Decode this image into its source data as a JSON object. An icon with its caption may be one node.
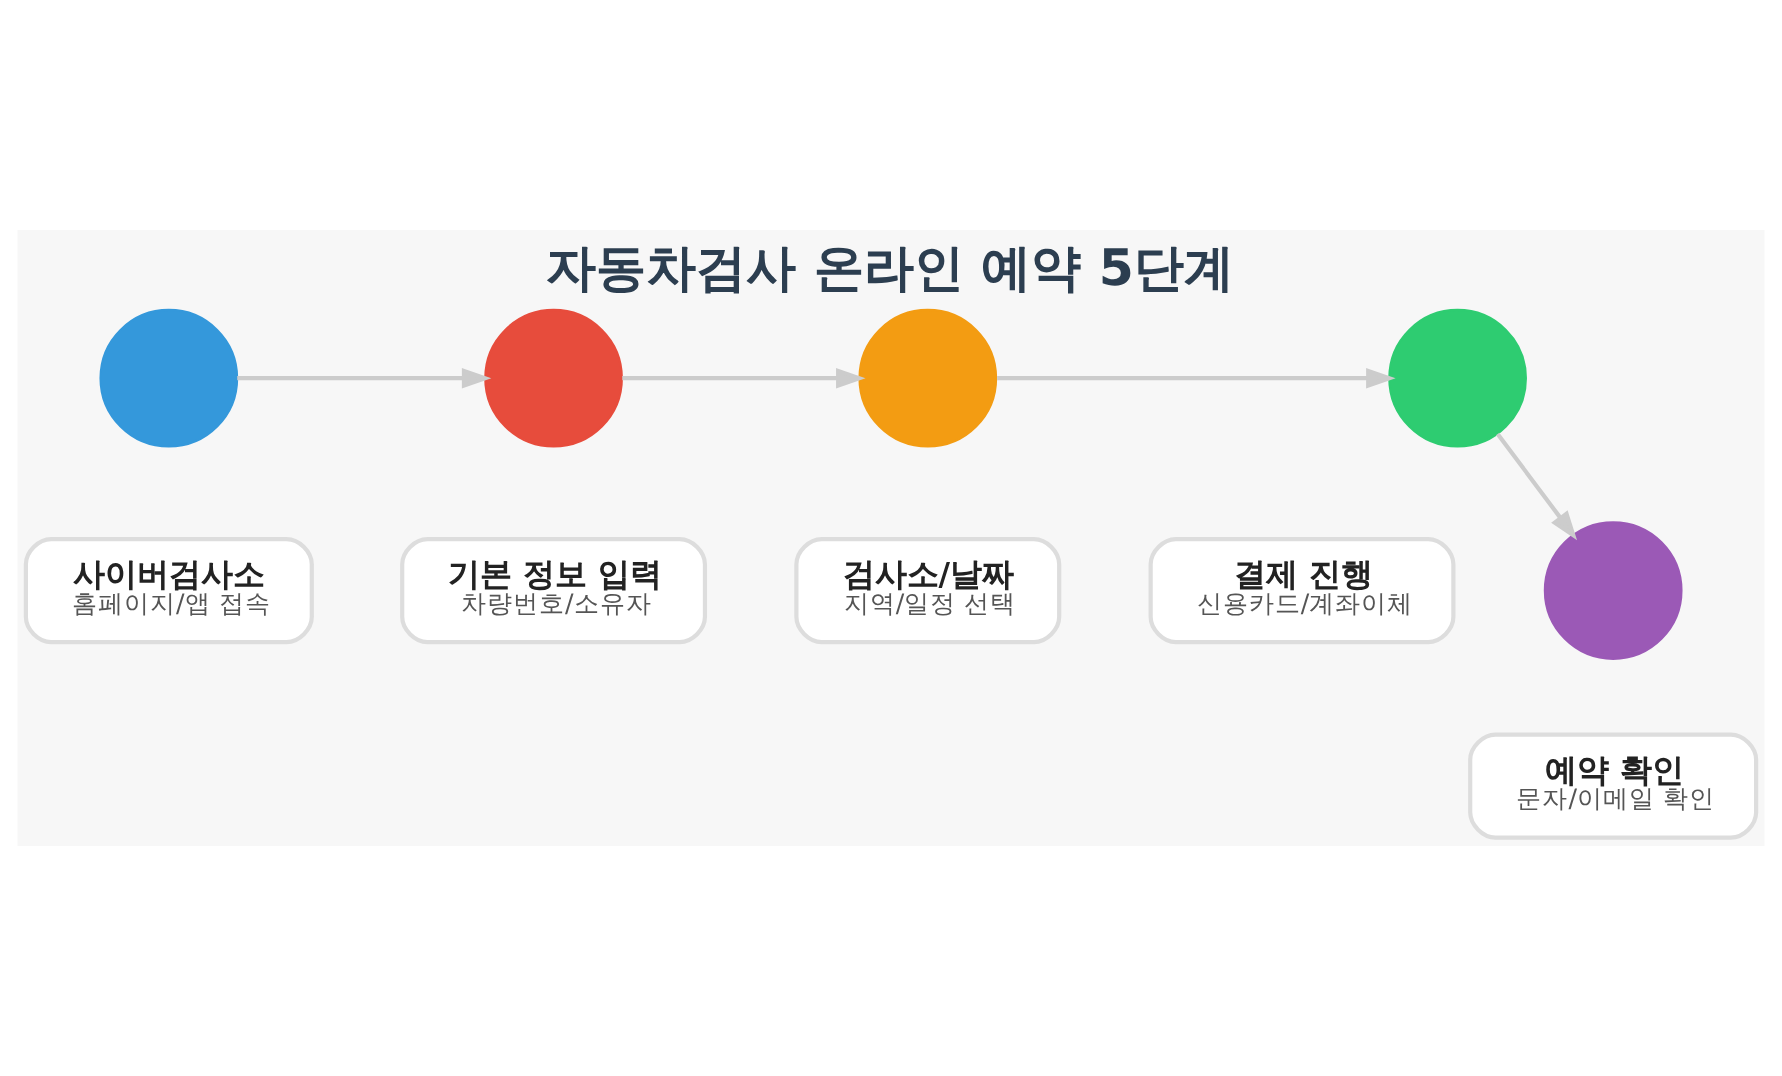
{
  "diagram": {
    "title": "자동차검사 온라인 예약 5단계",
    "nodes": [
      {
        "text": [],
        "shape": "circle"
      },
      {
        "text": [],
        "shape": "circle"
      },
      {
        "text": [],
        "shape": "circle"
      },
      {
        "text": [],
        "shape": "circle"
      },
      {
        "text": [
          "사이버검사소",
          "홈페이지/앱 접속"
        ]
      },
      {
        "text": [
          "기본 정보 입력",
          "차량번호/소유자"
        ]
      },
      {
        "text": [
          "검사소/날짜",
          "지역/일정 선택"
        ]
      },
      {
        "text": [
          "결제 진행",
          "신용카드/계좌이체"
        ]
      },
      {
        "text": [],
        "shape": "circle"
      },
      {
        "text": [
          "예약 확인",
          "문자/이메일 확인"
        ]
      }
    ],
    "edges": [
      {
        "from": 0,
        "to": 1,
        "arrow": "to"
      },
      {
        "from": 1,
        "to": 2,
        "arrow": "to"
      },
      {
        "from": 2,
        "to": 3,
        "arrow": "to"
      },
      {
        "from": 3,
        "to": 8,
        "arrow": "to"
      }
    ]
  }
}
